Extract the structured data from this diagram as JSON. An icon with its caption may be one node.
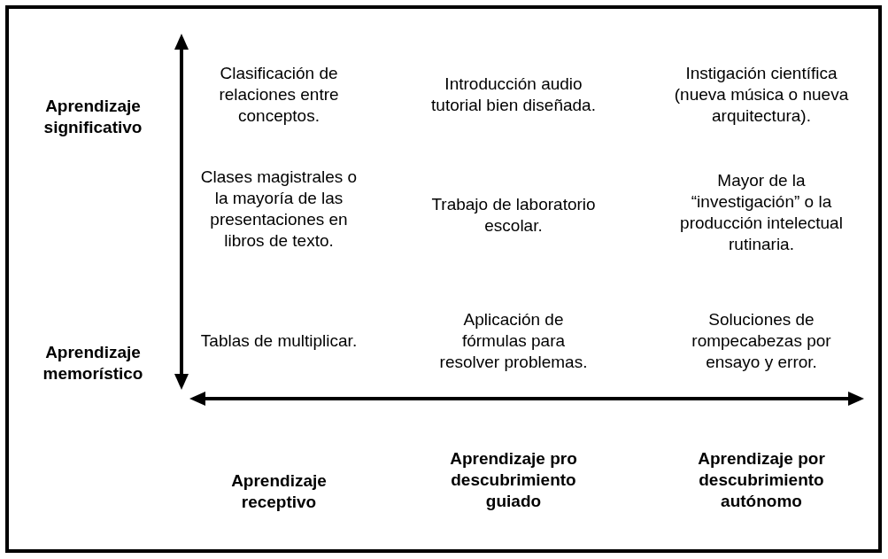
{
  "diagram": {
    "labels": [
      "Aprendizaje significativo",
      "Clasificación de relaciones entre conceptos.",
      "Introducción audio tutorial bien diseñada.",
      "Instigación científica (nueva música o nueva arquitectura).",
      "Clases magistrales o la mayoría de las presentaciones en libros de texto.",
      "Trabajo de laboratorio escolar.",
      "Mayor de la “investigación” o la producción intelectual rutinaria.",
      "Aprendizaje memorístico",
      "Tablas de multiplicar.",
      "Aplicación de fórmulas para resolver problemas.",
      "Soluciones de rompecabezas por ensayo y error.",
      "Aprendizaje receptivo",
      "Aprendizaje pro descubrimiento guiado",
      "Aprendizaje por descubrimiento autónomo"
    ]
  }
}
